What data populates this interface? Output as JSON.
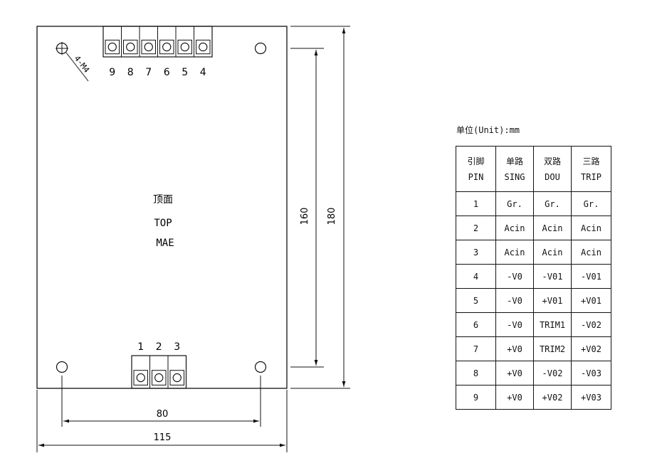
{
  "drawing": {
    "face_label_cn": "顶面",
    "face_label_en": "TOP",
    "brand": "MAE",
    "hole_note": "4-M4",
    "top_pins": [
      "9",
      "8",
      "7",
      "6",
      "5",
      "4"
    ],
    "bottom_pins": [
      "1",
      "2",
      "3"
    ],
    "dim_width_holes": "80",
    "dim_width_total": "115",
    "dim_height_holes": "160",
    "dim_height_total": "180"
  },
  "table": {
    "unit_label": "单位(Unit):mm",
    "headers": [
      {
        "cn": "引脚",
        "en": "PIN"
      },
      {
        "cn": "单路",
        "en": "SING"
      },
      {
        "cn": "双路",
        "en": "DOU"
      },
      {
        "cn": "三路",
        "en": "TRIP"
      }
    ],
    "rows": [
      [
        "1",
        "Gr.",
        "Gr.",
        "Gr."
      ],
      [
        "2",
        "Acin",
        "Acin",
        "Acin"
      ],
      [
        "3",
        "Acin",
        "Acin",
        "Acin"
      ],
      [
        "4",
        "-V0",
        "-V01",
        "-V01"
      ],
      [
        "5",
        "-V0",
        "+V01",
        "+V01"
      ],
      [
        "6",
        "-V0",
        "TRIM1",
        "-V02"
      ],
      [
        "7",
        "+V0",
        "TRIM2",
        "+V02"
      ],
      [
        "8",
        "+V0",
        "-V02",
        "-V03"
      ],
      [
        "9",
        "+V0",
        "+V02",
        "+V03"
      ]
    ]
  }
}
